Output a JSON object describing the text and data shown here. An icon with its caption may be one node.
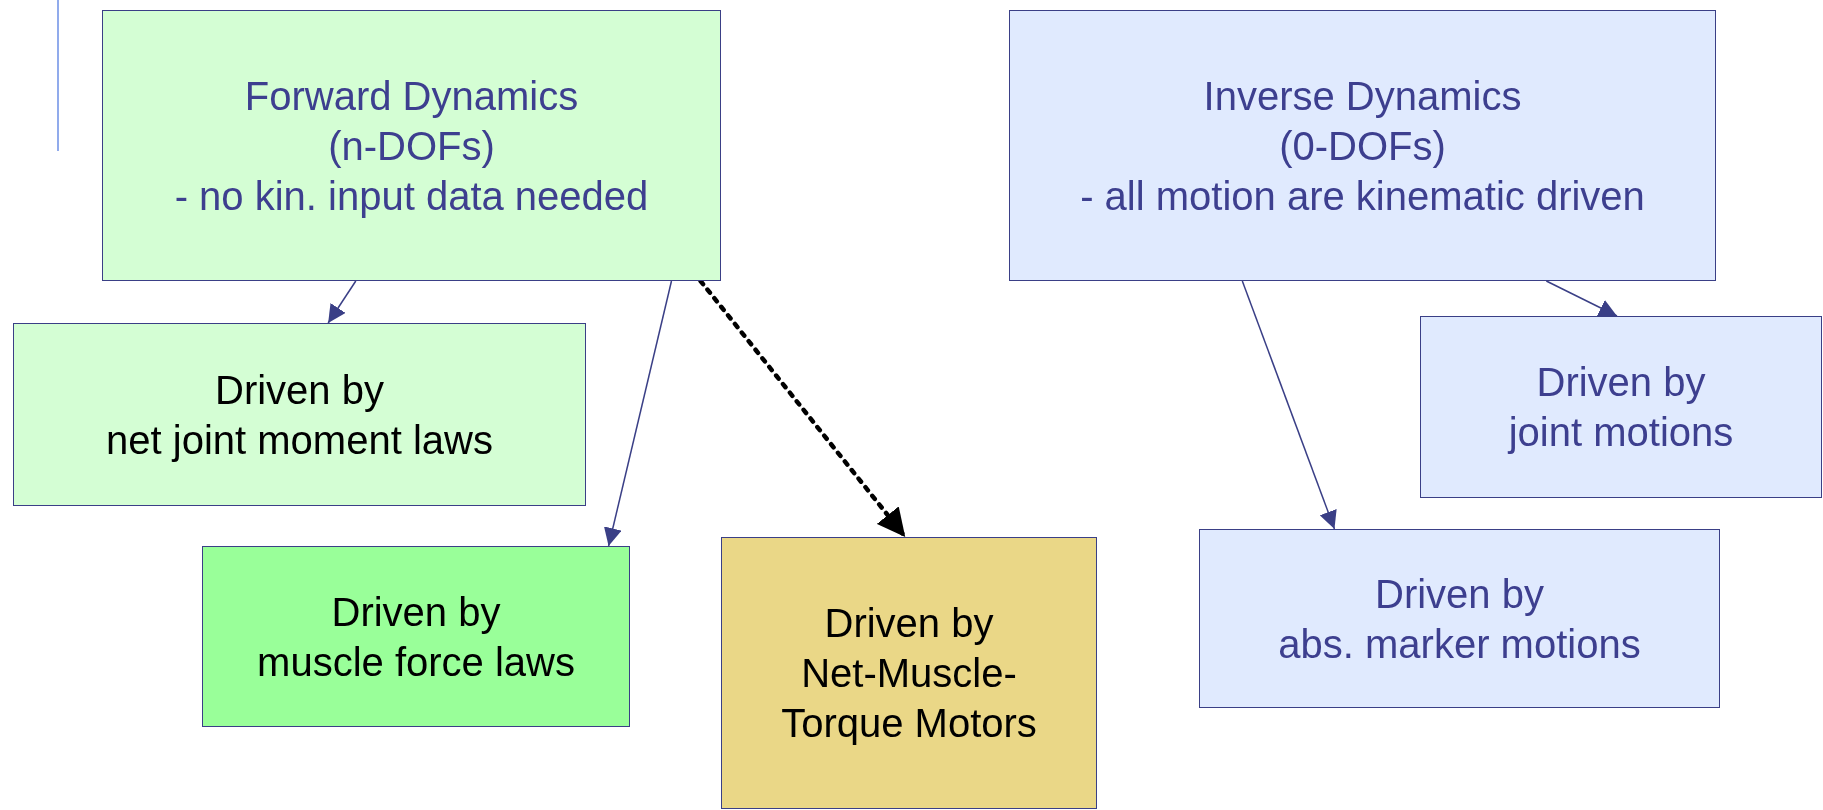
{
  "diagram": {
    "nodes": [
      {
        "text": [
          "Forward Dynamics",
          "(n-DOFs)",
          "- no kin. input data needed"
        ]
      },
      {
        "text": [
          "Inverse Dynamics",
          "(0-DOFs)",
          "- all motion are kinematic driven"
        ]
      },
      {
        "text": [
          "Driven by",
          "net joint moment laws"
        ]
      },
      {
        "text": [
          "Driven by",
          "muscle force laws"
        ]
      },
      {
        "text": [
          "Driven by",
          "Net-Muscle-",
          "Torque Motors"
        ]
      },
      {
        "text": [
          "Driven by",
          "joint motions"
        ]
      },
      {
        "text": [
          "Driven by",
          "abs. marker motions"
        ]
      }
    ],
    "edges": [
      {
        "from": 0,
        "to": 2,
        "arrow": "to"
      },
      {
        "from": 0,
        "to": 3,
        "arrow": "to"
      },
      {
        "from": 0,
        "to": 4,
        "arrow": "to",
        "style": "dashed",
        "color": "#000000"
      },
      {
        "from": 1,
        "to": 6,
        "arrow": "to"
      },
      {
        "from": 1,
        "to": 5,
        "arrow": "to"
      }
    ]
  }
}
